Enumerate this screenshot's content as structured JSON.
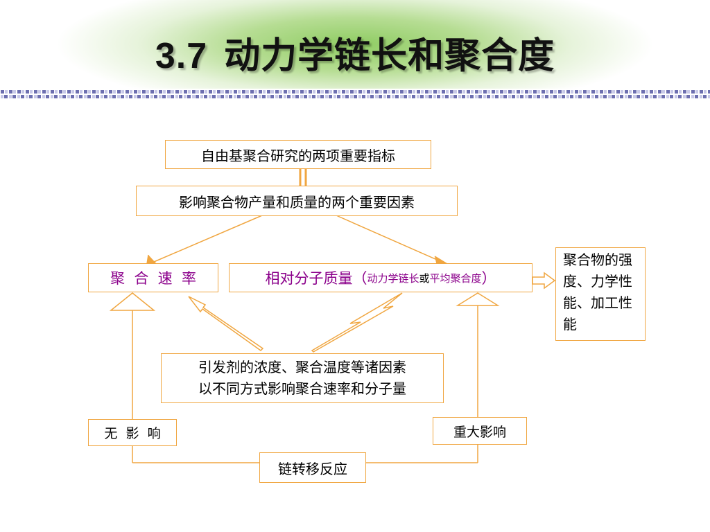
{
  "slide": {
    "title_number": "3.7",
    "title_text": "动力学链长和聚合度"
  },
  "nodes": {
    "indicators": "自由基聚合研究的两项重要指标",
    "factors": "影响聚合物产量和质量的两个重要因素",
    "rate": "聚  合  速  率",
    "mw_main": "相对分子质量（",
    "mw_kcl": "动力学链长",
    "mw_or": "或",
    "mw_dp": "平均聚合度",
    "mw_close": "）",
    "properties": "聚合物的强度、力学性能、加工性能",
    "conditions_line1": "引发剂的浓度、聚合温度等诸因素",
    "conditions_line2": "以不同方式影响聚合速率和分子量",
    "no_effect": "无  影  响",
    "major_effect": "重大影响",
    "chain_transfer": "链转移反应"
  },
  "colors": {
    "connector": "#f0a640",
    "accent_purple": "#8b008b",
    "title_green": "#8fcc63"
  }
}
